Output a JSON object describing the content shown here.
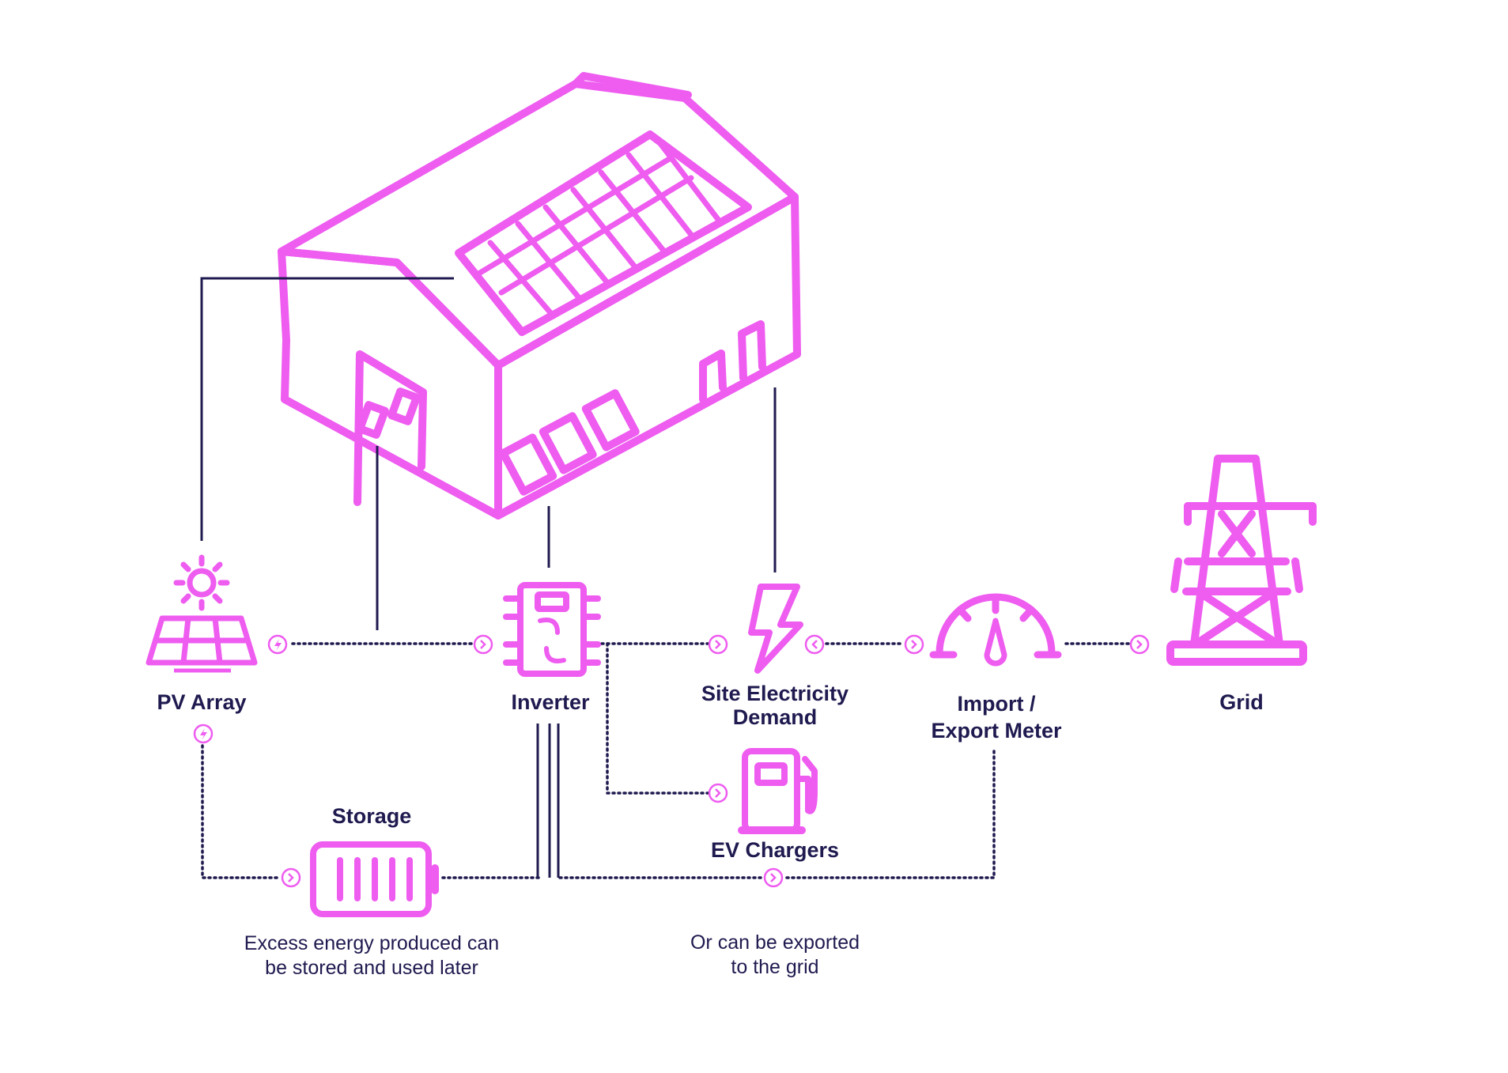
{
  "colors": {
    "accent": "#ee5cf0",
    "ink": "#1f1a4f",
    "background": "#ffffff"
  },
  "nodes": {
    "pv_array": {
      "label": "PV Array"
    },
    "inverter": {
      "label": "Inverter"
    },
    "site_demand": {
      "line1": "Site Electricity",
      "line2": "Demand"
    },
    "meter": {
      "line1": "Import /",
      "line2": "Export Meter"
    },
    "grid": {
      "label": "Grid"
    },
    "storage": {
      "label": "Storage"
    },
    "ev_chargers": {
      "label": "EV Chargers"
    }
  },
  "notes": {
    "storage_note": {
      "line1": "Excess energy produced can",
      "line2": "be stored and used later"
    },
    "export_note": {
      "line1": "Or can be exported",
      "line2": "to the grid"
    }
  }
}
